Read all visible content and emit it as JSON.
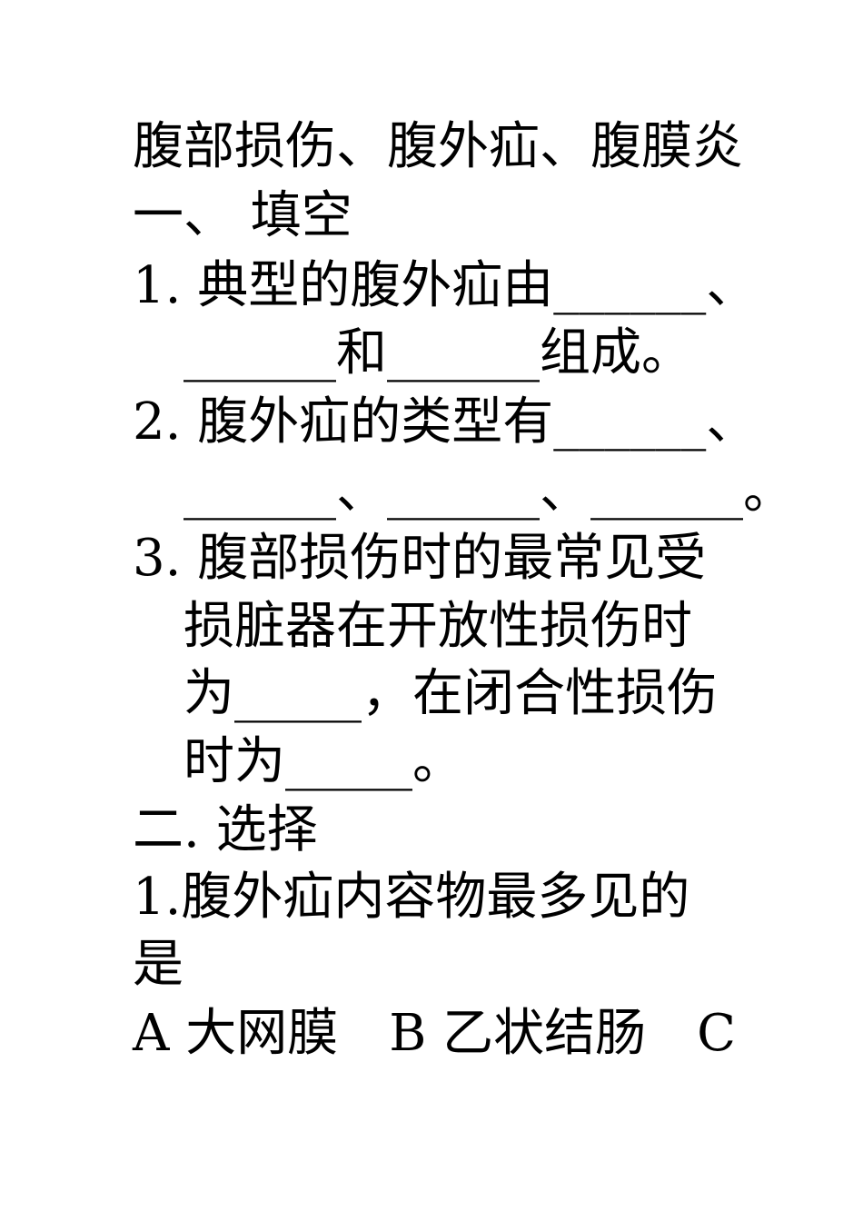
{
  "document": {
    "title": "腹部损伤、腹外疝、腹膜炎",
    "section1_heading": "一、  填空",
    "q1_line1": "1. 典型的腹外疝由______、",
    "q1_line2": "______和______组成。",
    "q2_line1": "2. 腹外疝的类型有______、",
    "q2_line2": "______、______、______。",
    "q3_line1": "3. 腹部损伤时的最常见受",
    "q3_line2": "损脏器在开放性损伤时",
    "q3_line3": "为_____，在闭合性损伤",
    "q3_line4": "时为_____。",
    "section2_heading": "二.  选择",
    "mc1_line1": "1.腹外疝内容物最多见的",
    "mc1_line2": "是",
    "mc1_options": {
      "a": "A 大网膜",
      "b": "B 乙状结肠",
      "c": "C"
    }
  }
}
